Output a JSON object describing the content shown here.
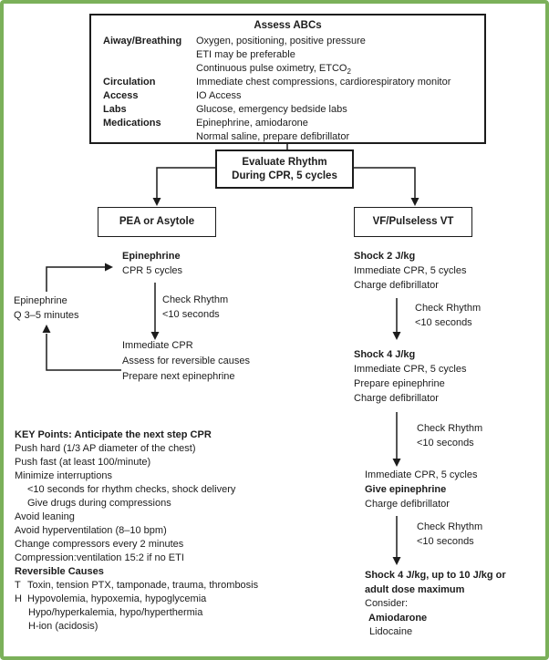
{
  "border_color": "#7bb05a",
  "assess_box": {
    "title": "Assess ABCs",
    "rows": [
      {
        "label": "Aiway/Breathing",
        "value": "Oxygen, positioning, positive pressure"
      },
      {
        "label": "",
        "value": "ETI may be preferable"
      },
      {
        "label": "",
        "value": "Continuous pulse oximetry, ETCO",
        "sub": "2"
      },
      {
        "label": "Circulation",
        "value": "Immediate chest compressions, cardiorespiratory monitor"
      },
      {
        "label": "Access",
        "value": "IO Access"
      },
      {
        "label": "Labs",
        "value": "Glucose, emergency bedside labs"
      },
      {
        "label": "Medications",
        "value": "Epinephrine, amiodarone"
      },
      {
        "label": "",
        "value": "Normal saline, prepare defibrillator"
      }
    ]
  },
  "evaluate_box": {
    "line1": "Evaluate Rhythm",
    "line2": "During CPR, 5 cycles"
  },
  "pea_box": {
    "label": "PEA or Asytole"
  },
  "vf_box": {
    "label": "VF/Pulseless VT"
  },
  "left_branch": {
    "epinephrine_title": "Epinephrine",
    "epinephrine_line": "CPR 5 cycles",
    "check_rhythm": {
      "line1": "Check Rhythm",
      "line2": "<10 seconds"
    },
    "loop_label": {
      "line1": "Epinephrine",
      "line2": "Q 3–5 minutes"
    },
    "immediate_cpr": {
      "line1": "Immediate CPR",
      "line2": "Assess for reversible causes",
      "line3": "Prepare next epinephrine"
    }
  },
  "right_branch": {
    "shock1": {
      "title": "Shock 2 J/kg",
      "line1": "Immediate CPR, 5 cycles",
      "line2": "Charge defibrillator"
    },
    "check1": {
      "line1": "Check Rhythm",
      "line2": "<10 seconds"
    },
    "shock2": {
      "title": "Shock 4 J/kg",
      "line1": "Immediate CPR, 5 cycles",
      "line2": "Prepare epinephrine",
      "line3": "Charge defibrillator"
    },
    "check2": {
      "line1": "Check Rhythm",
      "line2": "<10 seconds"
    },
    "cpr_epi": {
      "line1": "Immediate CPR, 5 cycles",
      "bold_line": "Give epinephrine",
      "line2": "Charge defibrillator"
    },
    "check3": {
      "line1": "Check Rhythm",
      "line2": "<10 seconds"
    },
    "final": {
      "title1": "Shock 4 J/kg, up to 10 J/kg or",
      "title2": "adult dose maximum",
      "consider": "Consider:",
      "drug1": "Amiodarone",
      "drug2": "Lidocaine"
    }
  },
  "key_points": {
    "title": "KEY Points: Anticipate the next step CPR",
    "lines": [
      "Push hard (1/3 AP diameter of the chest)",
      "Push fast (at least 100/minute)",
      "Minimize interruptions",
      "<10 seconds for rhythm checks, shock delivery",
      "Give drugs during compressions",
      "Avoid leaning",
      "Avoid hyperventilation (8–10 bpm)",
      "Change compressors every 2 minutes",
      "Compression:ventilation 15:2 if no ETI"
    ],
    "reversible_title": "Reversible Causes",
    "causes": [
      {
        "prefix": "T",
        "text": "Toxin, tension PTX, tamponade, trauma, thrombosis"
      },
      {
        "prefix": "H",
        "text": "Hypovolemia, hypoxemia, hypoglycemia"
      },
      {
        "prefix": "",
        "text": "Hypo/hyperkalemia, hypo/hyperthermia"
      },
      {
        "prefix": "",
        "text": "H-ion (acidosis)"
      }
    ]
  }
}
